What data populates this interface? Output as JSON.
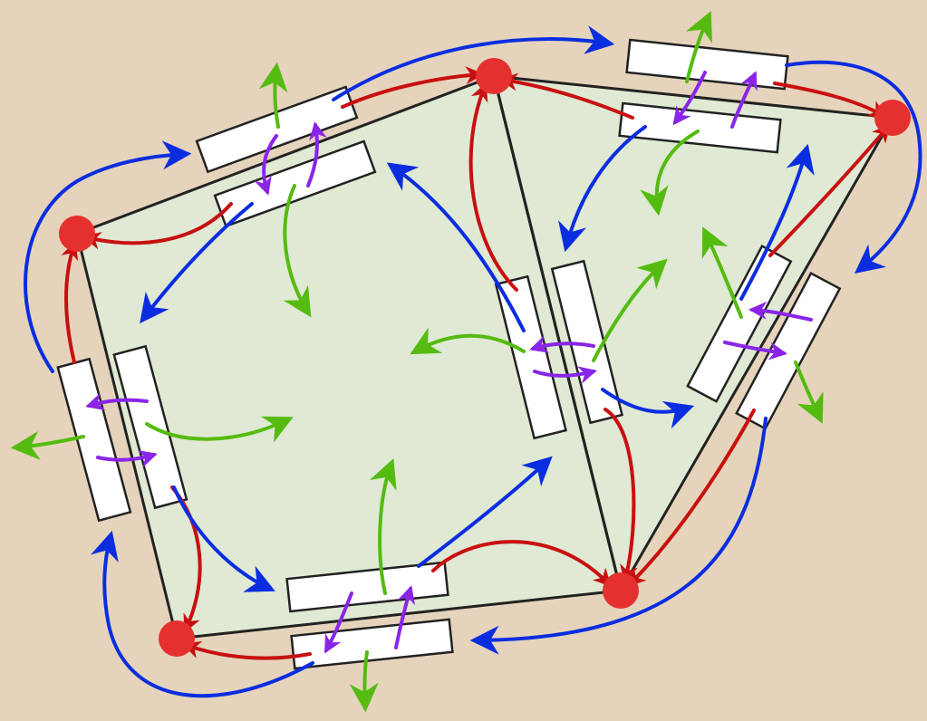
{
  "colors": {
    "background": "#e5d4bb",
    "face_fill": "#dfe9d3",
    "edge": "#222222",
    "vertex": "#e53030",
    "red_arrow": "#c81010",
    "blue_arrow": "#0b2de0",
    "green_arrow": "#55bb10",
    "purple_arrow": "#8a25e8",
    "panel_fill": "#ffffff"
  },
  "arrow_kinds": [
    "red-arrow",
    "blue-arrow",
    "green-arrow",
    "purple-arrow"
  ],
  "icons": {
    "vertex": "vertex-dot-icon",
    "panel": "edge-panel-icon"
  }
}
